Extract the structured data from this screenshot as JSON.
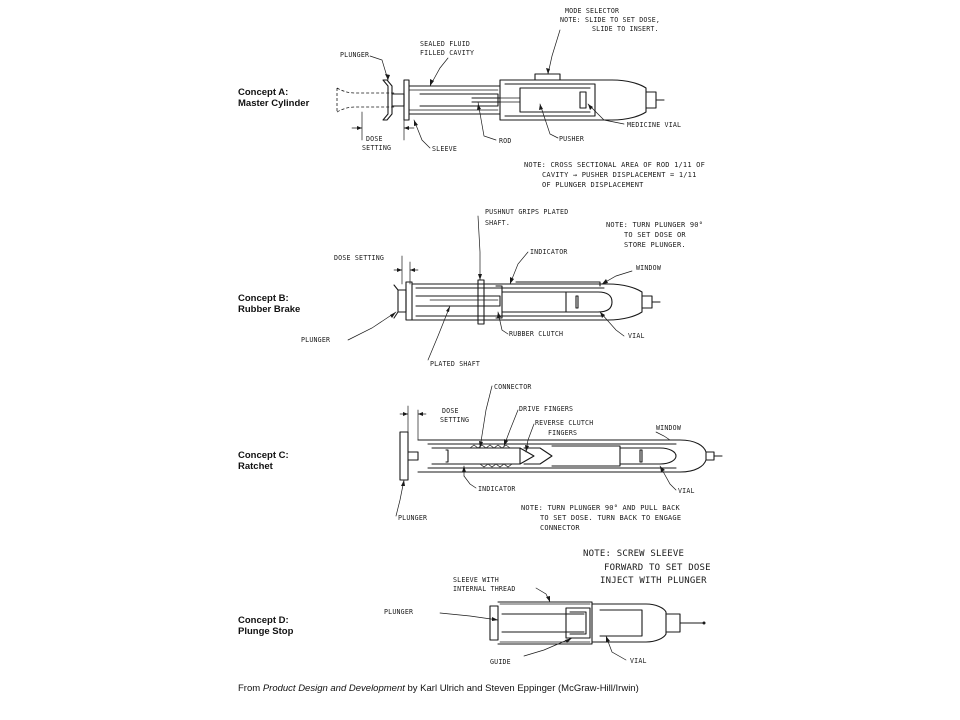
{
  "concepts": [
    {
      "id": "A",
      "title": "Concept A:",
      "subtitle": "Master Cylinder",
      "callouts": {
        "plunger": "PLUNGER",
        "sealed_fluid_1": "SEALED FLUID",
        "sealed_fluid_2": "FILLED CAVITY",
        "mode_selector_1": "MODE SELECTOR",
        "mode_selector_2": "NOTE: SLIDE TO SET DOSE,",
        "mode_selector_3": "SLIDE TO INSERT.",
        "dose_setting_1": "DOSE",
        "dose_setting_2": "SETTING",
        "sleeve": "SLEEVE",
        "rod": "ROD",
        "pusher": "PUSHER",
        "medicine_vial": "MEDICINE VIAL"
      },
      "note": [
        "NOTE: CROSS SECTIONAL AREA OF ROD 1/11 OF",
        "CAVITY → PUSHER DISPLACEMENT = 1/11",
        "OF PLUNGER DISPLACEMENT"
      ]
    },
    {
      "id": "B",
      "title": "Concept B:",
      "subtitle": "Rubber Brake",
      "callouts": {
        "pushnut_1": "PUSHNUT GRIPS PLATED",
        "pushnut_2": "SHAFT.",
        "dose_setting": "DOSE SETTING",
        "indicator": "INDICATOR",
        "window": "WINDOW",
        "plunger": "PLUNGER",
        "rubber_clutch": "RUBBER CLUTCH",
        "vial": "VIAL",
        "plated_shaft": "PLATED SHAFT"
      },
      "note": [
        "NOTE: TURN PLUNGER 90°",
        "TO SET DOSE OR",
        "STORE PLUNGER."
      ]
    },
    {
      "id": "C",
      "title": "Concept C:",
      "subtitle": "Ratchet",
      "callouts": {
        "connector": "CONNECTOR",
        "dose_setting_1": "DOSE",
        "dose_setting_2": "SETTING",
        "drive_fingers": "DRIVE FINGERS",
        "reverse_clutch_1": "REVERSE CLUTCH",
        "reverse_clutch_2": "FINGERS",
        "window": "WINDOW",
        "indicator": "INDICATOR",
        "vial": "VIAL",
        "plunger": "PLUNGER"
      },
      "note": [
        "NOTE: TURN PLUNGER 90° AND PULL BACK",
        "TO SET DOSE. TURN BACK TO ENGAGE",
        "CONNECTOR"
      ]
    },
    {
      "id": "D",
      "title": "Concept D:",
      "subtitle": "Plunge Stop",
      "callouts": {
        "sleeve_1": "SLEEVE WITH",
        "sleeve_2": "INTERNAL THREAD",
        "plunger": "PLUNGER",
        "guide": "GUIDE",
        "vial": "VIAL"
      },
      "note": [
        "NOTE: SCREW SLEEVE",
        "FORWARD TO SET DOSE",
        "INJECT WITH PLUNGER"
      ]
    }
  ],
  "credit": {
    "prefix": "From ",
    "book": "Product Design and Development",
    "suffix": " by Karl Ulrich and Steven Eppinger (McGraw-Hill/Irwin)"
  }
}
